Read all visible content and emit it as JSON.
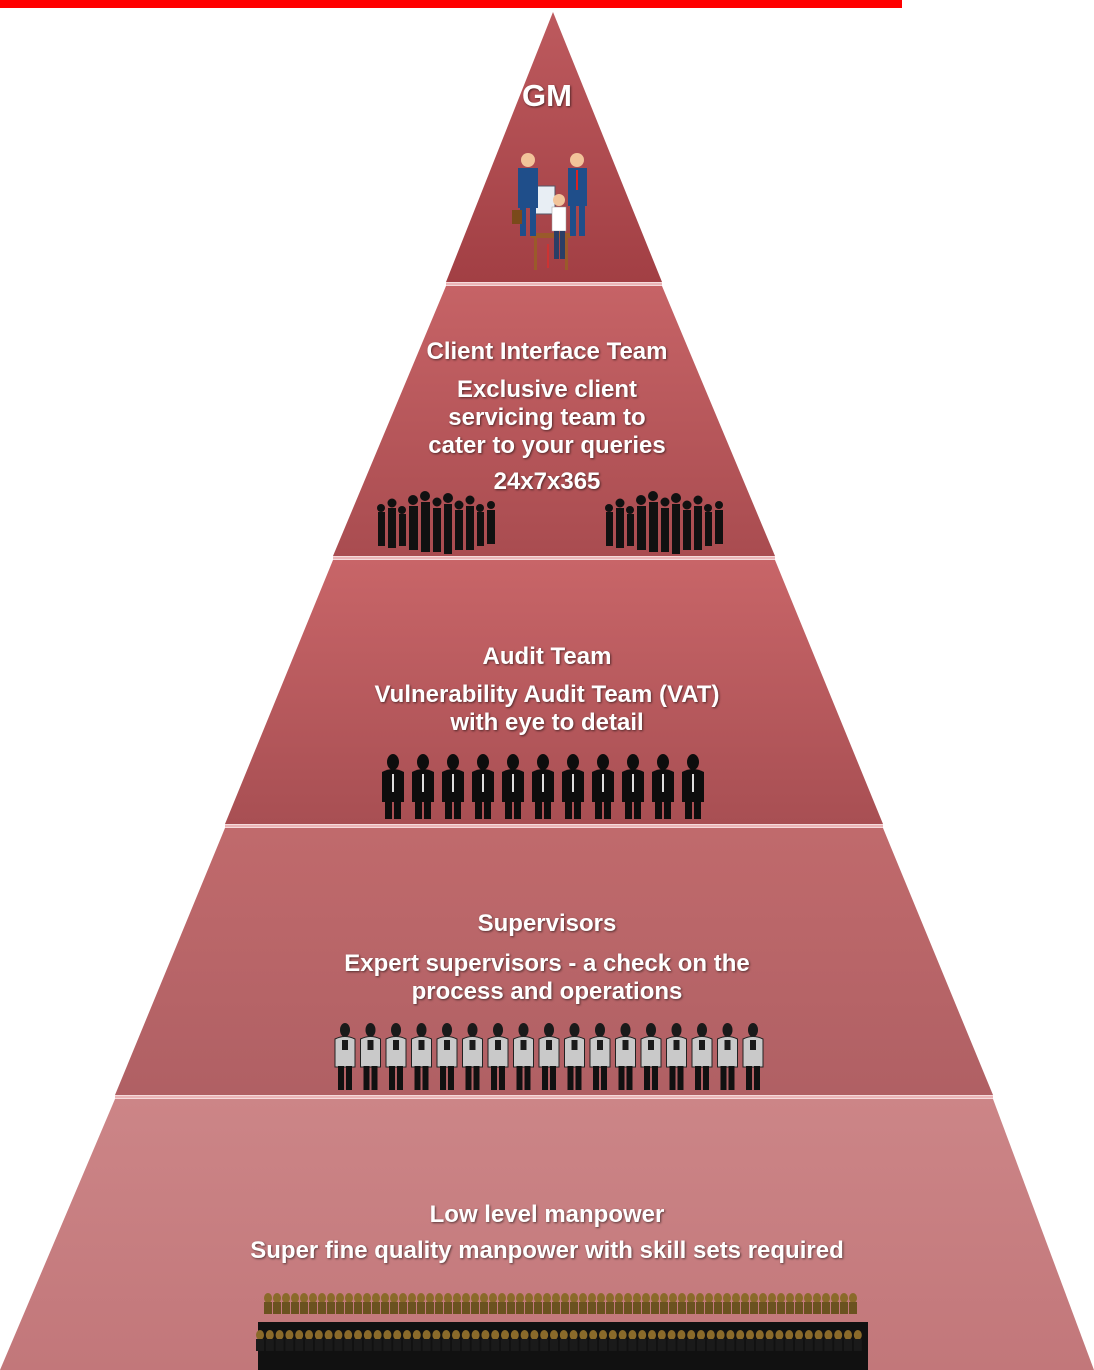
{
  "colors": {
    "accent_bar": "#ff0000",
    "pyramid_dark": "#a9484c",
    "pyramid_light": "#c97a7c",
    "text": "#ffffff"
  },
  "pyramid": {
    "top_label": "GM",
    "tiers": [
      {
        "heading": "Client Interface Team",
        "body_lines": [
          "Exclusive client",
          "servicing team to",
          "cater to your queries"
        ],
        "extra": "24x7x365",
        "icon": "business-crowd-icon"
      },
      {
        "heading": "Audit Team",
        "body_lines": [
          "Vulnerability Audit Team (VAT)",
          "with eye to detail"
        ],
        "icon": "agents-row-icon"
      },
      {
        "heading": "Supervisors",
        "body_lines": [
          "Expert supervisors  - a check on the",
          "process and operations"
        ],
        "icon": "guards-row-icon"
      },
      {
        "heading": "Low level manpower",
        "body_lines": [
          "Super fine quality manpower with skill sets required"
        ],
        "icon": "workforce-crowd-icon"
      }
    ],
    "apex_icon": "office-team-icon"
  }
}
